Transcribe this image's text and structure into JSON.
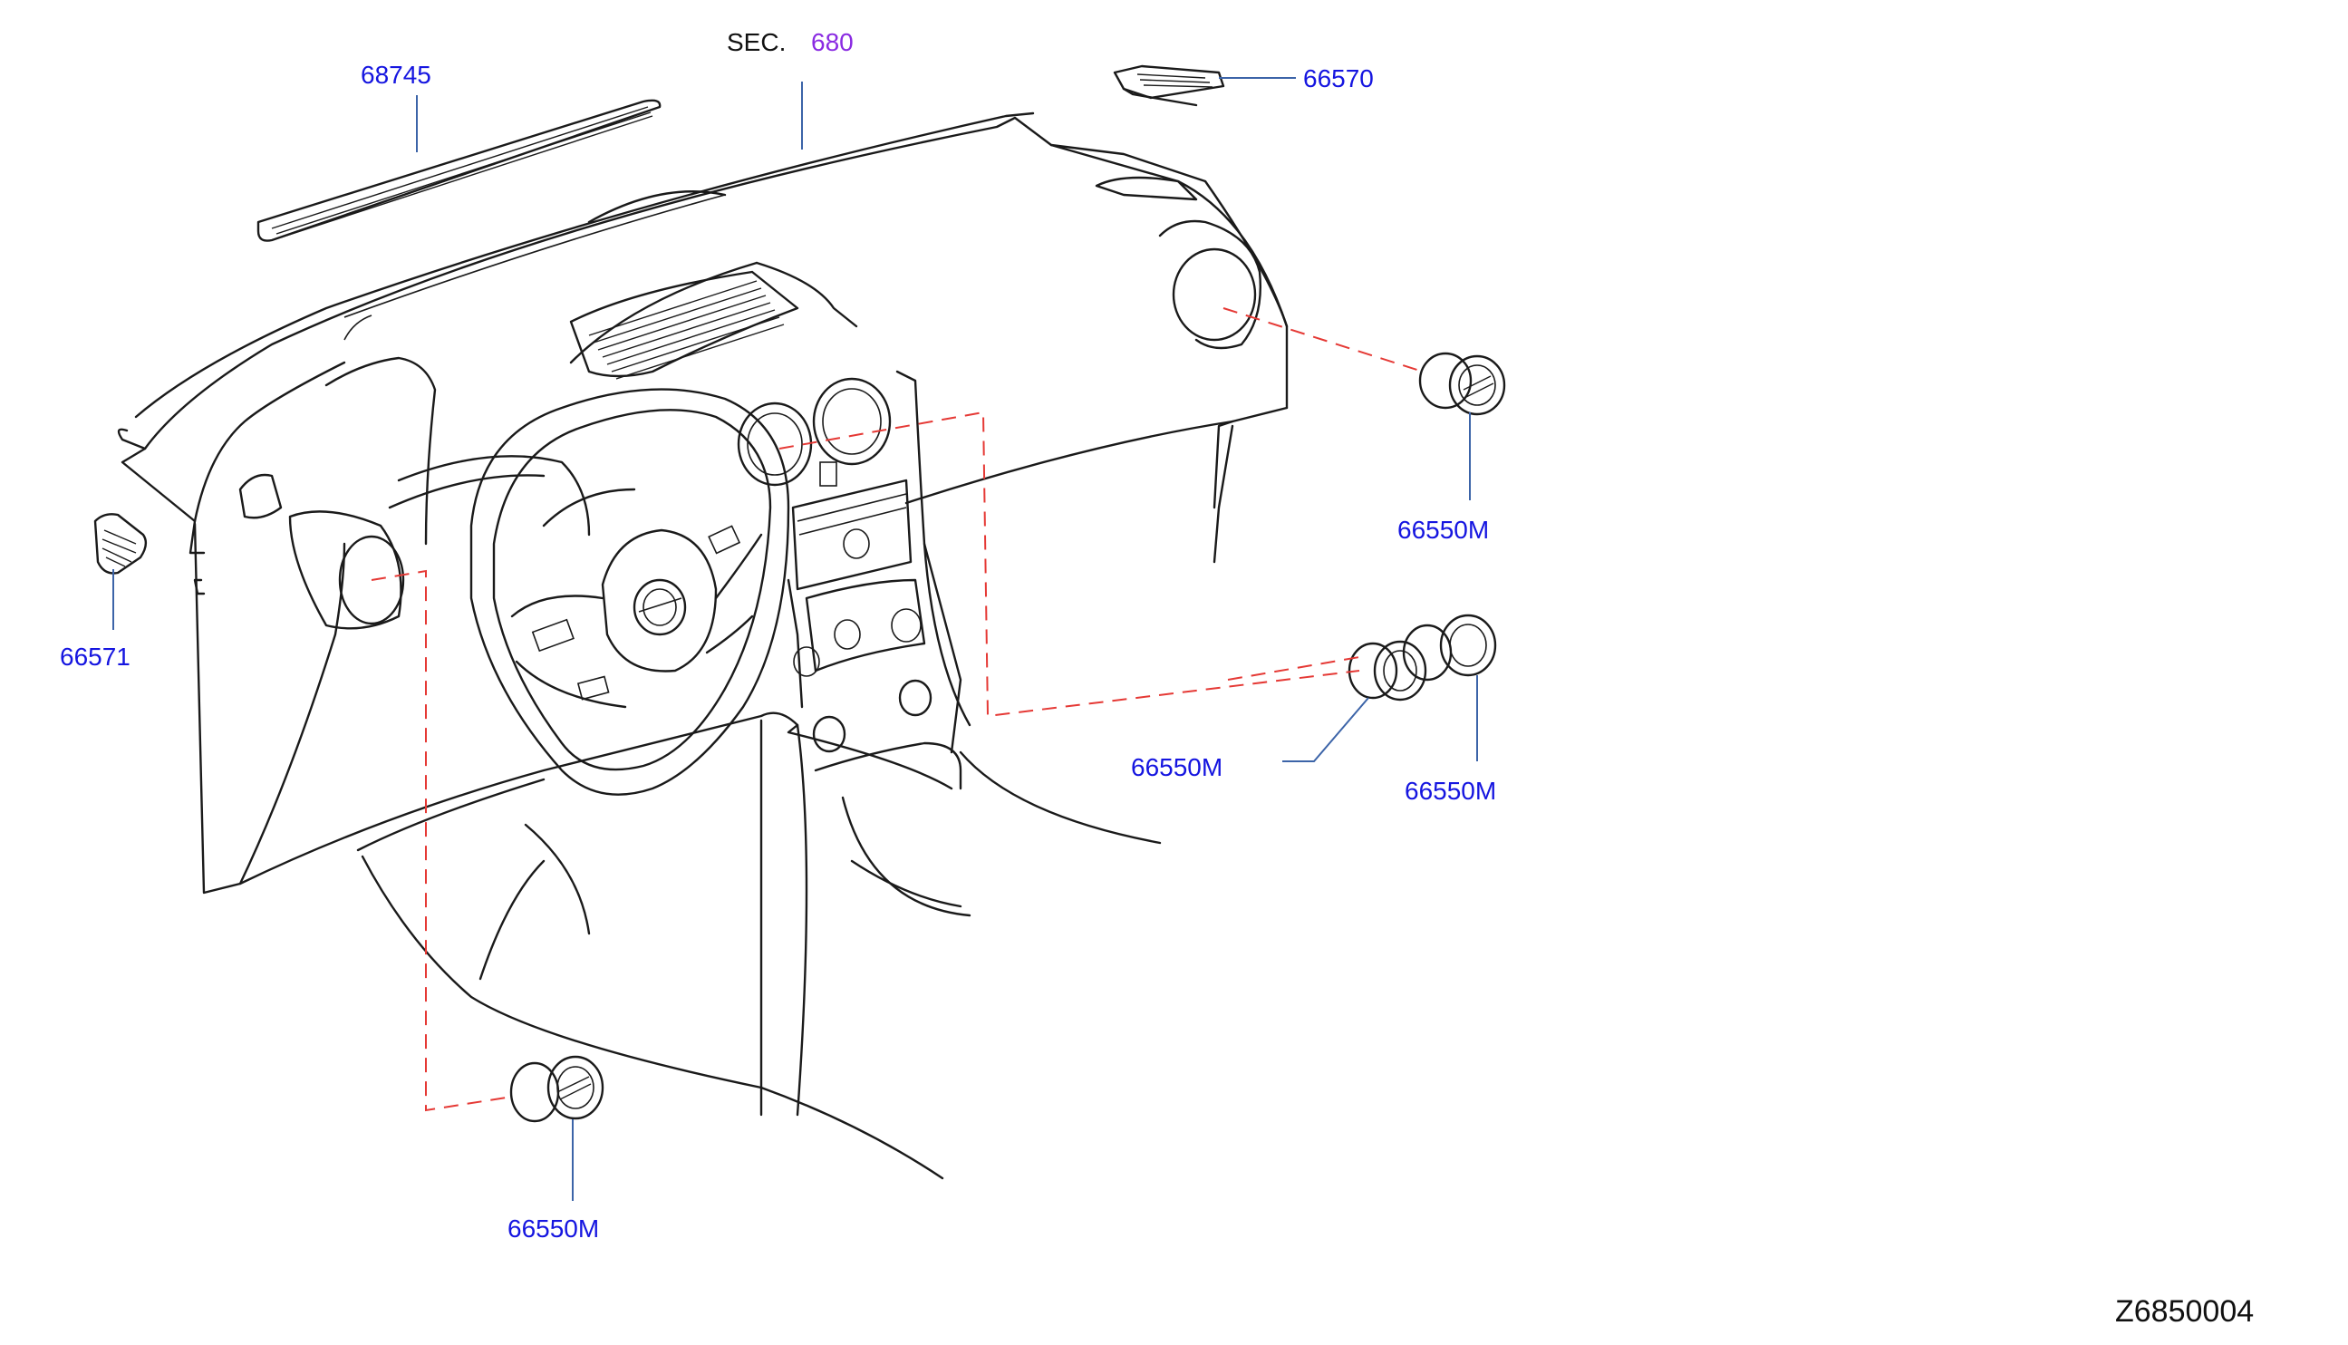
{
  "section_ref": {
    "prefix": "SEC.",
    "number": "680"
  },
  "colors": {
    "part_label": "#1515e0",
    "section_number": "#8a2be2",
    "leader": "#3c64a8",
    "dashed_guide": "#e53935",
    "line_art": "#1a1a1a"
  },
  "parts": {
    "defrost_grille": "68745",
    "side_defrost_right": "66570",
    "side_defrost_left": "66571",
    "vent_right_upper": "66550M",
    "vent_center_left": "66550M",
    "vent_center_right": "66550M",
    "vent_driver_side": "66550M"
  },
  "drawing_id": "Z6850004"
}
